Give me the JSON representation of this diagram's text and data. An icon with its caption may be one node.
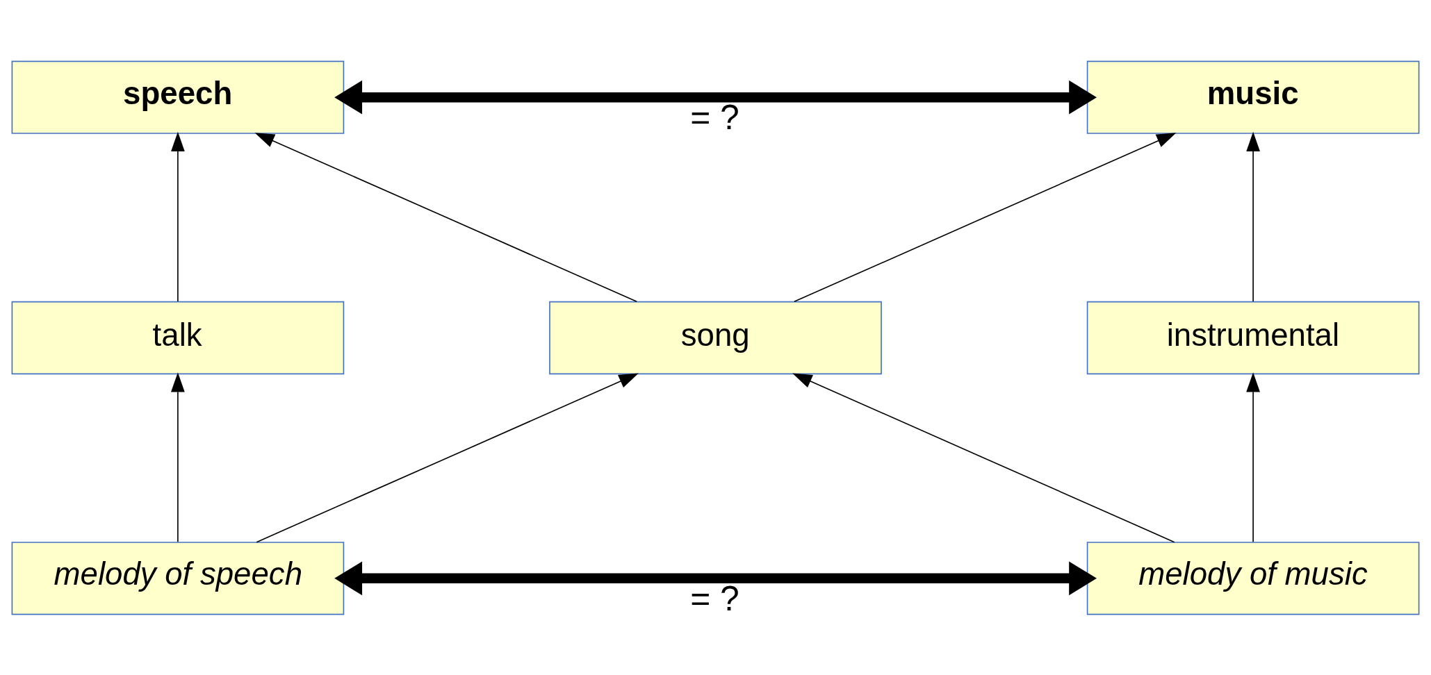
{
  "diagram": {
    "nodes": [
      {
        "text": [
          "speech"
        ]
      },
      {
        "text": [
          "music"
        ]
      },
      {
        "text": [
          "talk"
        ]
      },
      {
        "text": [
          "song"
        ]
      },
      {
        "text": [
          "instrumental"
        ]
      },
      {
        "text": [
          "melody of speech"
        ]
      },
      {
        "text": [
          "melody of music"
        ]
      }
    ],
    "edges": [
      {
        "from": 0,
        "to": 1,
        "arrow": "both",
        "label": "= ?",
        "style": "thick"
      },
      {
        "from": 2,
        "to": 0,
        "arrow": "to"
      },
      {
        "from": 3,
        "to": 0,
        "arrow": "to"
      },
      {
        "from": 3,
        "to": 1,
        "arrow": "to"
      },
      {
        "from": 4,
        "to": 1,
        "arrow": "to"
      },
      {
        "from": 5,
        "to": 2,
        "arrow": "to"
      },
      {
        "from": 5,
        "to": 3,
        "arrow": "to"
      },
      {
        "from": 6,
        "to": 3,
        "arrow": "to"
      },
      {
        "from": 6,
        "to": 4,
        "arrow": "to"
      },
      {
        "from": 5,
        "to": 6,
        "arrow": "both",
        "label": "= ?",
        "style": "thick"
      }
    ]
  }
}
